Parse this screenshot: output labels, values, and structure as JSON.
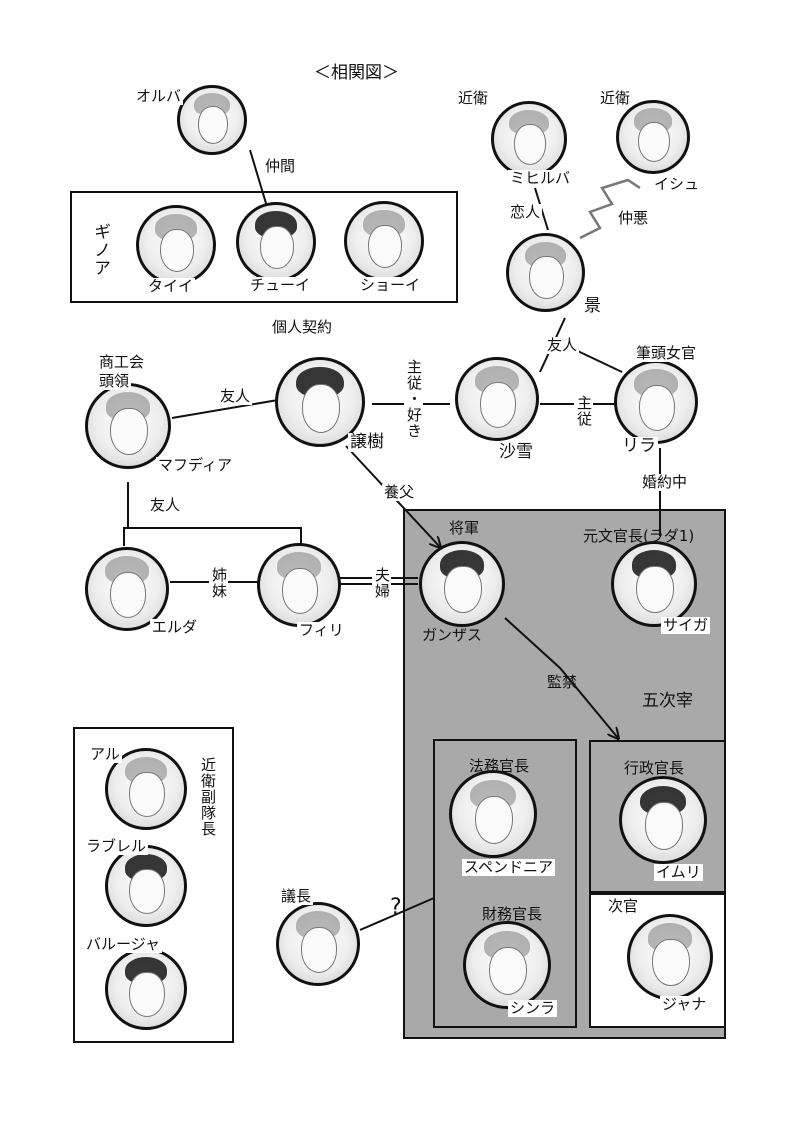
{
  "title": "＜相関図＞",
  "characters": {
    "oruba": "オルバ",
    "konoe_label_1": "近衛",
    "konoe_label_2": "近衛",
    "mihiruba": "ミヒルバ",
    "ishu": "イシュ",
    "tayi": "タイイ",
    "chuui": "チューイ",
    "shooi": "ショーイ",
    "kei": "景",
    "gijou": "譲樹",
    "sasetsu": "沙雪",
    "rira": "リラ",
    "mafudia": "マフディア",
    "eruda": "エルダ",
    "firi": "フィリ",
    "ganzasu": "ガンザス",
    "saiga": "サイガ",
    "aru": "アル",
    "rabureru": "ラブレル",
    "baruuja": "バルージャ",
    "supendonia": "スペンドニア",
    "imuri": "イムリ",
    "shinra": "シンラ",
    "jayana": "ジャナ"
  },
  "titles": {
    "shoukoukai": "商工会",
    "touryou": "頭領",
    "hittou_jokan": "筆頭女官",
    "shougun": "将軍",
    "moto_bunkanchou": "元文官長(ラダ1)",
    "houmu_kanchou": "法務官長",
    "gyousei_kanchou": "行政官長",
    "zaimu_kanchou": "財務官長",
    "gichou": "議長",
    "jikan": "次官",
    "konoe_fukutaichou": "近衛副隊長",
    "go_jisai": "五次宰"
  },
  "groups": {
    "ginoa": "ギノア",
    "kojin_keiyaku": "個人契約"
  },
  "relations": {
    "nakama": "仲間",
    "koibito": "恋人",
    "nakawarui": "仲悪",
    "yuujin_1": "友人",
    "yuujin_2": "友人",
    "yuujin_3": "友人",
    "shujuu_suki": "主従・好き",
    "shujuu": "主従",
    "konyakuchuu": "婚約中",
    "yofu": "養父",
    "shimai": "姉妹",
    "fuufu": "夫婦",
    "kankin": "監禁",
    "unknown": "?"
  }
}
